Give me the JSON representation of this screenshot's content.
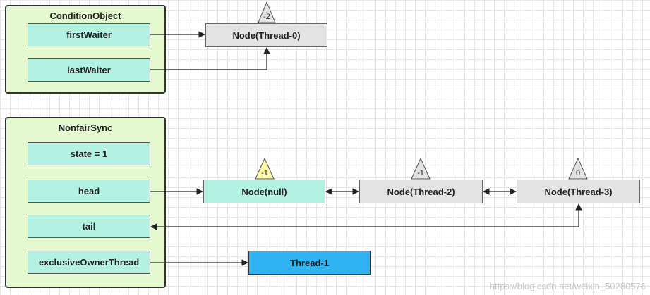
{
  "condition_object": {
    "title": "ConditionObject",
    "fields": [
      "firstWaiter",
      "lastWaiter"
    ]
  },
  "nonfair_sync": {
    "title": "NonfairSync",
    "fields": [
      "state = 1",
      "head",
      "tail",
      "exclusiveOwnerThread"
    ]
  },
  "nodes": {
    "thread0": {
      "label": "Node(Thread-0)",
      "status": "-2"
    },
    "null_node": {
      "label": "Node(null)",
      "status": "-1"
    },
    "thread2": {
      "label": "Node(Thread-2)",
      "status": "-1"
    },
    "thread3": {
      "label": "Node(Thread-3)",
      "status": "0"
    }
  },
  "owner_thread": {
    "label": "Thread-1"
  },
  "watermark": "https://blog.csdn.net/weixin_50280576",
  "colors": {
    "container_fill": "#e4f9cf",
    "field_fill": "#b3f2e2",
    "node_fill": "#e3e3e3",
    "thread_fill": "#2fb3f2",
    "triangle_highlight": "#fdf7a6"
  }
}
